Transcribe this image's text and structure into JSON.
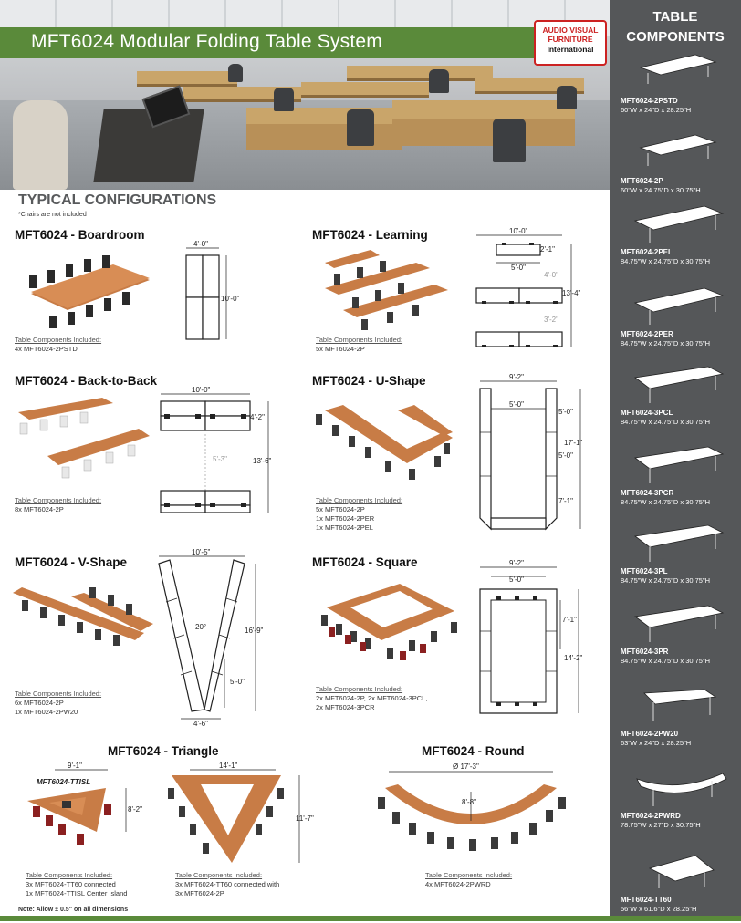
{
  "header": {
    "title": "MFT6024 Modular Folding Table System"
  },
  "logo": {
    "line1": "AUDIO VISUAL",
    "line2": "FURNITURE",
    "line3": "International"
  },
  "section": {
    "title": "TYPICAL CONFIGURATIONS",
    "note": "*Chairs are not included"
  },
  "included_label": "Table Components Included:",
  "configs": {
    "boardroom": {
      "title": "MFT6024 - Boardroom",
      "items": [
        "4x MFT6024-2PSTD"
      ],
      "dims": [
        "4'-0\"",
        "10'-0\""
      ]
    },
    "learning": {
      "title": "MFT6024 - Learning",
      "items": [
        "5x MFT6024-2P"
      ],
      "dims": [
        "10'-0\"",
        "2'-1\"",
        "5'-0\"",
        "4'-0\"",
        "13'-4\"",
        "3'-2\""
      ]
    },
    "backtoback": {
      "title": "MFT6024 - Back-to-Back",
      "items": [
        "8x MFT6024-2P"
      ],
      "dims": [
        "10'-0\"",
        "4'-2\"",
        "5'-3\"",
        "13'-6\""
      ]
    },
    "ushape": {
      "title": "MFT6024 - U-Shape",
      "items": [
        "5x MFT6024-2P",
        "1x MFT6024-2PER",
        "1x MFT6024-2PEL"
      ],
      "dims": [
        "9'-2\"",
        "5'-0\"",
        "5'-0\"",
        "17'-1\"",
        "5'-0\"",
        "7'-1\""
      ]
    },
    "vshape": {
      "title": "MFT6024 - V-Shape",
      "items": [
        "6x MFT6024-2P",
        "1x MFT6024-2PW20"
      ],
      "dims": [
        "10'-5\"",
        "20°",
        "16'-9\"",
        "5'-0\"",
        "4'-6\""
      ]
    },
    "square": {
      "title": "MFT6024 - Square",
      "items": [
        "2x MFT6024-2P, 2x MFT6024-3PCL,",
        "2x MFT6024-3PCR"
      ],
      "dims": [
        "9'-2\"",
        "5'-0\"",
        "7'-1\"",
        "14'-2\""
      ]
    },
    "triangle": {
      "title": "MFT6024 - Triangle",
      "items_a": [
        "3x MFT6024-TT60 connected",
        "1x MFT6024-TTISL Center Island"
      ],
      "items_b": [
        "3x MFT6024-TT60 connected with",
        "3x MFT6024-2P"
      ],
      "dims": [
        "9'-1\"",
        "8'-2\"",
        "14'-1\"",
        "11'-7\""
      ],
      "island_label": "MFT6024-TTISL"
    },
    "round": {
      "title": "MFT6024 - Round",
      "items": [
        "4x MFT6024-2PWRD"
      ],
      "dims": [
        "Ø 17'-3\"",
        "8'-8\""
      ]
    }
  },
  "footnote": "Note: Allow ± 0.5\" on all dimensions",
  "sidebar": {
    "title_line1": "TABLE",
    "title_line2": "COMPONENTS",
    "components": [
      {
        "name": "MFT6024-2PSTD",
        "dims": "60\"W x 24\"D x 28.25\"H"
      },
      {
        "name": "MFT6024-2P",
        "dims": "60\"W x 24.75\"D x 30.75\"H"
      },
      {
        "name": "MFT6024-2PEL",
        "dims": "84.75\"W x 24.75\"D x 30.75\"H"
      },
      {
        "name": "MFT6024-2PER",
        "dims": "84.75\"W x 24.75\"D x 30.75\"H"
      },
      {
        "name": "MFT6024-3PCL",
        "dims": "84.75\"W x 24.75\"D x 30.75\"H"
      },
      {
        "name": "MFT6024-3PCR",
        "dims": "84.75\"W x 24.75\"D x 30.75\"H"
      },
      {
        "name": "MFT6024-3PL",
        "dims": "84.75\"W x 24.75\"D x 30.75\"H"
      },
      {
        "name": "MFT6024-3PR",
        "dims": "84.75\"W x 24.75\"D x 30.75\"H"
      },
      {
        "name": "MFT6024-2PW20",
        "dims": "63\"W x 24\"D x 28.25\"H"
      },
      {
        "name": "MFT6024-2PWRD",
        "dims": "78.75\"W x 27\"D x 30.75\"H"
      },
      {
        "name": "MFT6024-TT60",
        "dims": "56\"W x 61.6\"D x 28.25\"H"
      }
    ]
  },
  "colors": {
    "brand_green": "#5a8a3a",
    "sidebar_gray": "#555759",
    "wood": "#c87c46",
    "logo_red": "#cc2222"
  }
}
